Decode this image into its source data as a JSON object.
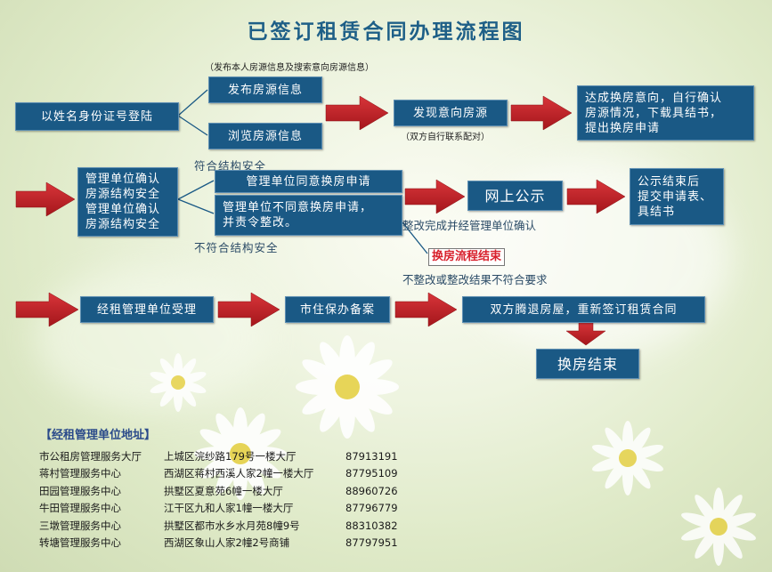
{
  "title": "已签订租赁合同办理流程图",
  "steps": {
    "login": "以姓名身份证号登陆",
    "publish": "发布房源信息",
    "browse": "浏览房源信息",
    "publish_note": "（发布本人房源信息及搜索意向房源信息）",
    "find": "发现意向房源",
    "find_note": "（双方自行联系配对）",
    "agree": [
      "达成换房意向，自行确认",
      "房源情况，下载具结书，",
      "提出换房申请"
    ],
    "confirm": [
      "管理单位确认",
      "房源结构安全",
      "管理单位确认",
      "房源结构安全"
    ],
    "conform": "符合结构安全",
    "not_conform": "不符合结构安全",
    "approve": "管理单位同意换房申请",
    "disapprove": [
      "管理单位不同意换房申请，",
      "并责令整改。"
    ],
    "publicity": "网上公示",
    "rectify_ok": "整改完成并经管理单位确认",
    "flow_end": "换房流程结束",
    "rectify_fail": "不整改或整改结果不符合要求",
    "submit": [
      "公示结束后",
      "提交申请表、",
      "具结书"
    ],
    "accept": "经租管理单位受理",
    "filing": "市住保办备案",
    "vacate": "双方腾退房屋，重新签订租赁合同",
    "finish": "换房结束"
  },
  "address": {
    "title": "【经租管理单位地址】",
    "rows": [
      [
        "市公租房管理服务大厅",
        "上城区浣纱路179号一楼大厅",
        "87913191"
      ],
      [
        "蒋村管理服务中心",
        "西湖区蒋村西溪人家2幢一楼大厅",
        "87795109"
      ],
      [
        "田园管理服务中心",
        "拱墅区夏意苑6幢一楼大厅",
        "88960726"
      ],
      [
        "牛田管理服务中心",
        "江干区九和人家1幢一楼大厅",
        "87796779"
      ],
      [
        "三墩管理服务中心",
        "拱墅区都市水乡水月苑8幢9号",
        "88310382"
      ],
      [
        "转塘管理服务中心",
        "西湖区象山人家2幢2号商铺",
        "87797951"
      ]
    ]
  }
}
